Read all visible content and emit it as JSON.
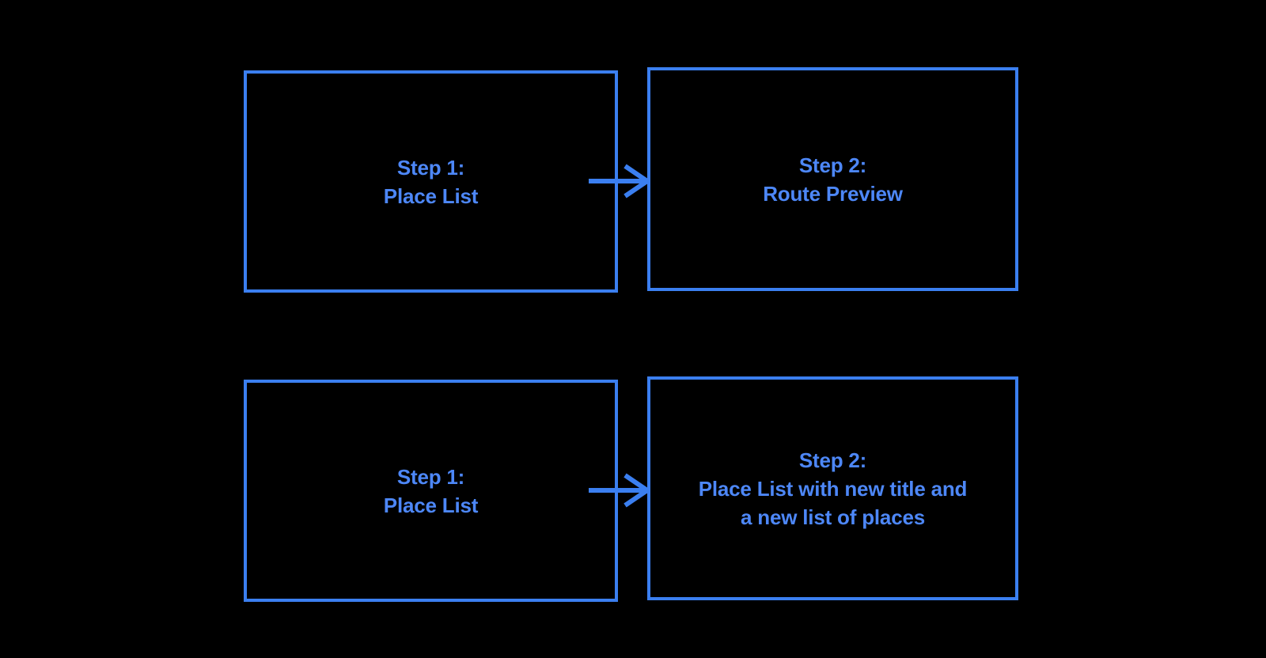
{
  "diagram": {
    "type": "flowchart",
    "background_color": "#000000",
    "accent_color": "#3b7ff0",
    "text_color": "#4d87f7",
    "rows": [
      {
        "name": "route-preview-flow",
        "from": {
          "title": "Step 1:",
          "subtitle": "Place List",
          "lines": [
            "Step 1:",
            "Place List"
          ]
        },
        "connector": {
          "icon": "arrow-right-icon",
          "direction": "right"
        },
        "to": {
          "title": "Step 2:",
          "subtitle": "Route Preview",
          "lines": [
            "Step 2:",
            "Route Preview"
          ]
        }
      },
      {
        "name": "place-list-update-flow",
        "from": {
          "title": "Step 1:",
          "subtitle": "Place List",
          "lines": [
            "Step 1:",
            "Place List"
          ]
        },
        "connector": {
          "icon": "arrow-right-icon",
          "direction": "right"
        },
        "to": {
          "title": "Step 2:",
          "subtitle": "Place List with new title and a new list of places",
          "lines": [
            "Step 2:",
            "Place List with new title and",
            "a new list of places"
          ]
        }
      }
    ]
  },
  "text": {
    "row0_from": "Step 1:\nPlace List",
    "row0_to": "Step 2:\nRoute Preview",
    "row1_from": "Step 1:\nPlace List",
    "row1_to": "Step 2:\nPlace List with new title and\na new list of places"
  }
}
